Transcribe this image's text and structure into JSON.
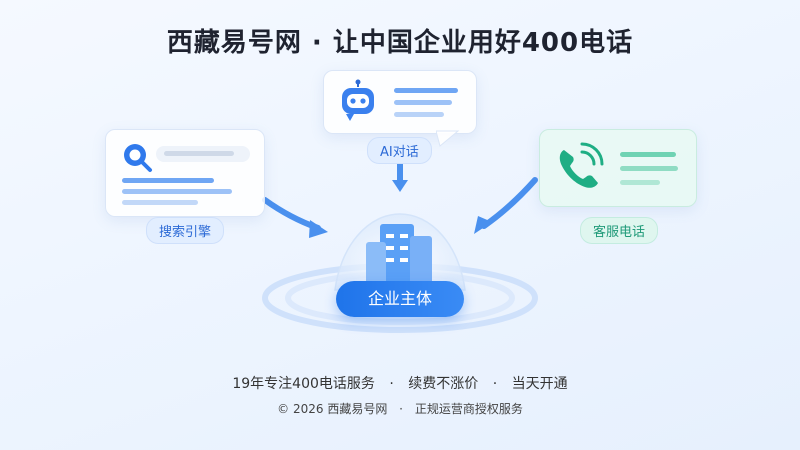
{
  "header": {
    "title": "西藏易号网 · 让中国企业用好400电话"
  },
  "diagram": {
    "ai_label": "AI对话",
    "search_label": "搜索引擎",
    "service_label": "客服电话",
    "center_label": "企业主体"
  },
  "colors": {
    "primary": "#1f74ea",
    "green": "#1f9a78"
  },
  "icons": [
    "robot-icon",
    "search-icon",
    "phone-icon",
    "building-icon",
    "arrow-icon"
  ],
  "footer": {
    "line1_a": "19年专注400电话服务",
    "sep": "·",
    "line1_b": "续费不涨价",
    "line1_c": "当天开通",
    "line2_a": "© 2026 西藏易号网",
    "line2_b": "正规运营商授权服务"
  }
}
